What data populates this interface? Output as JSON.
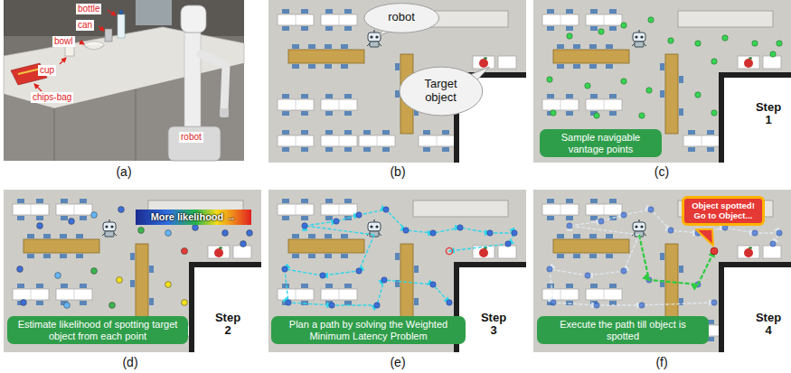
{
  "diagram": {
    "nodes": [
      {
        "text": [
          "robot"
        ]
      },
      {
        "text": [
          "Target object"
        ]
      },
      {
        "text": [
          "Sample navigable vantage points"
        ]
      },
      {
        "text": [
          "More likelihood →"
        ]
      },
      {
        "text": [
          "Estimate likelihood of spotting target object from each point"
        ]
      },
      {
        "text": [
          "Plan a path by solving the Weighted Minimum Latency Problem"
        ]
      },
      {
        "text": [
          "Object spotted! Go to Object..."
        ]
      },
      {
        "text": [
          "Execute the path till object is spotted"
        ]
      }
    ],
    "labels": [
      "bottle",
      "can",
      "bowl",
      "cup",
      "chips-bag",
      "robot",
      "(a)",
      "(b)",
      "(c)",
      "Step 1",
      "(d)",
      "Step 2",
      "(e)",
      "Step 3",
      "(f)",
      "Step 4"
    ]
  }
}
